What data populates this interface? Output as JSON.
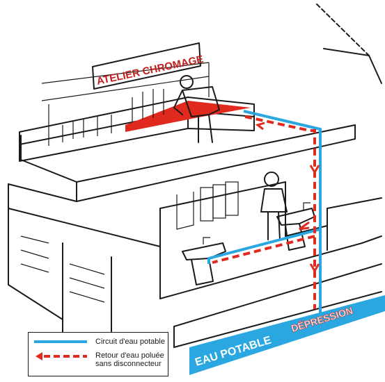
{
  "sign": {
    "text": "ATELIER CHROMAGE"
  },
  "banner": {
    "left": "EAU POTABLE",
    "right": "DÉPRESSION"
  },
  "legend": {
    "potable": {
      "label": "Circuit d'eau potable",
      "color": "#2aa7e0"
    },
    "retour": {
      "label": "Retour d'eau poluée sans disconnecteur",
      "line1": "Retour d'eau poluée",
      "line2": "sans disconnecteur",
      "color": "#e02a1e"
    }
  },
  "colors": {
    "ink": "#1a1a1a",
    "blue": "#2aa7e0",
    "red": "#e02a1e",
    "bath_red": "#e02a1e"
  }
}
